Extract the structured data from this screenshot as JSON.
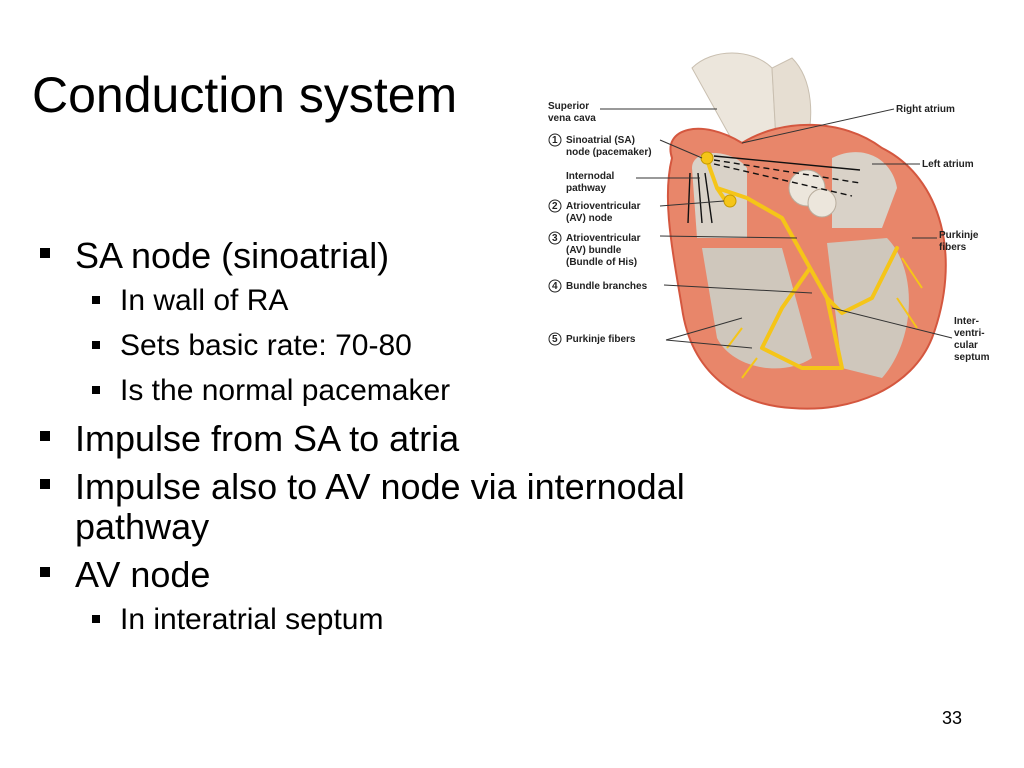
{
  "slide": {
    "title": "Conduction system",
    "page_number": "33"
  },
  "bullets": [
    {
      "level": 1,
      "text": "SA node (sinoatrial)"
    },
    {
      "level": 2,
      "text": "In wall of RA"
    },
    {
      "level": 2,
      "text": "Sets basic rate:  70-80"
    },
    {
      "level": 2,
      "text": "Is the normal pacemaker"
    },
    {
      "level": 1,
      "text": "Impulse from SA to atria"
    },
    {
      "level": 1,
      "text": "Impulse also to AV node via internodal",
      "text2": "pathway"
    },
    {
      "level": 1,
      "text": "AV node"
    },
    {
      "level": 2,
      "text": "In interatrial septum"
    }
  ],
  "figure": {
    "labels_left": {
      "superior_vena_cava": [
        "Superior",
        "vena cava"
      ],
      "sa_node": [
        "Sinoatrial (SA)",
        "node (pacemaker)"
      ],
      "sa_node_num": "1",
      "internodal": [
        "Internodal",
        "pathway"
      ],
      "av_node": [
        "Atrioventricular",
        "(AV) node"
      ],
      "av_node_num": "2",
      "av_bundle": [
        "Atrioventricular",
        "(AV) bundle",
        "(Bundle of His)"
      ],
      "av_bundle_num": "3",
      "bundle_branches": "Bundle branches",
      "bundle_branches_num": "4",
      "purkinje_left": "Purkinje fibers",
      "purkinje_left_num": "5"
    },
    "labels_right": {
      "right_atrium": "Right atrium",
      "left_atrium": "Left atrium",
      "purkinje_right": [
        "Purkinje",
        "fibers"
      ],
      "septum": [
        "Inter-",
        "ventri-",
        "cular",
        "septum"
      ]
    },
    "colors": {
      "muscle": "#e8866a",
      "muscle_dark": "#d4573f",
      "conduction": "#f5c518",
      "chamber": "#d9d2c8",
      "vessel": "#ece6dc"
    }
  }
}
